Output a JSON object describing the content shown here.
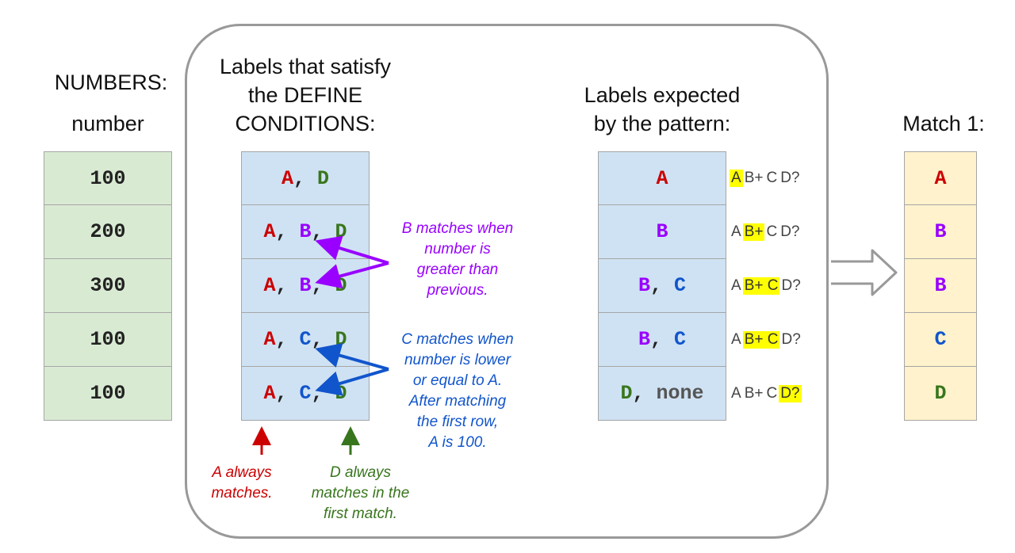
{
  "headers": {
    "numbers_title": "NUMBERS:",
    "numbers_col": "number",
    "define_title_l1": "Labels that satisfy",
    "define_title_l2": "the DEFINE",
    "define_title_l3": "CONDITIONS:",
    "expected_title_l1": "Labels expected",
    "expected_title_l2": "by the pattern:",
    "match_title": "Match 1:"
  },
  "numbers": [
    "100",
    "200",
    "300",
    "100",
    "100"
  ],
  "define_rows": [
    [
      {
        "t": "A",
        "c": "A"
      },
      {
        "t": "D",
        "c": "D"
      }
    ],
    [
      {
        "t": "A",
        "c": "A"
      },
      {
        "t": "B",
        "c": "B"
      },
      {
        "t": "D",
        "c": "D"
      }
    ],
    [
      {
        "t": "A",
        "c": "A"
      },
      {
        "t": "B",
        "c": "B"
      },
      {
        "t": "D",
        "c": "D"
      }
    ],
    [
      {
        "t": "A",
        "c": "A"
      },
      {
        "t": "C",
        "c": "C"
      },
      {
        "t": "D",
        "c": "D"
      }
    ],
    [
      {
        "t": "A",
        "c": "A"
      },
      {
        "t": "C",
        "c": "C"
      },
      {
        "t": "D",
        "c": "D"
      }
    ]
  ],
  "expected_rows": [
    [
      {
        "t": "A",
        "c": "A"
      }
    ],
    [
      {
        "t": "B",
        "c": "B"
      }
    ],
    [
      {
        "t": "B",
        "c": "B"
      },
      {
        "t": "C",
        "c": "C"
      }
    ],
    [
      {
        "t": "B",
        "c": "B"
      },
      {
        "t": "C",
        "c": "C"
      }
    ],
    [
      {
        "t": "D",
        "c": "D"
      },
      {
        "t": "none",
        "c": "N"
      }
    ]
  ],
  "pattern_rows": [
    [
      {
        "t": "A",
        "hl": true
      },
      {
        "t": "B+",
        "hl": false
      },
      {
        "t": "C",
        "hl": false
      },
      {
        "t": "D?",
        "hl": false
      }
    ],
    [
      {
        "t": "A",
        "hl": false
      },
      {
        "t": "B+",
        "hl": true
      },
      {
        "t": "C",
        "hl": false
      },
      {
        "t": "D?",
        "hl": false
      }
    ],
    [
      {
        "t": "A",
        "hl": false
      },
      {
        "t": "B+ C",
        "hl": true
      },
      {
        "t": "D?",
        "hl": false
      }
    ],
    [
      {
        "t": "A",
        "hl": false
      },
      {
        "t": "B+ C",
        "hl": true
      },
      {
        "t": "D?",
        "hl": false
      }
    ],
    [
      {
        "t": "A",
        "hl": false
      },
      {
        "t": "B+",
        "hl": false
      },
      {
        "t": "C",
        "hl": false
      },
      {
        "t": "D?",
        "hl": true
      }
    ]
  ],
  "match_rows": [
    {
      "t": "A",
      "c": "A"
    },
    {
      "t": "B",
      "c": "B"
    },
    {
      "t": "B",
      "c": "B"
    },
    {
      "t": "C",
      "c": "C"
    },
    {
      "t": "D",
      "c": "D"
    }
  ],
  "notes": {
    "b_note": [
      "B matches when",
      "number is",
      "greater than",
      "previous."
    ],
    "c_note": [
      "C matches when",
      "number is lower",
      "or equal to A.",
      "After matching",
      "the first row,",
      "A is 100."
    ],
    "a_note": [
      "A always",
      "matches."
    ],
    "d_note": [
      "D always",
      "matches in the",
      "first match."
    ]
  },
  "colors": {
    "A": "#cc0000",
    "B": "#9900ff",
    "C": "#1155cc",
    "D": "#38761d",
    "numbers_bg": "#d9ead3",
    "labels_bg": "#cfe2f3",
    "match_bg": "#fff2cc",
    "highlight": "#ffff00",
    "panel_border": "#999999",
    "big_arrow": "#999999"
  }
}
